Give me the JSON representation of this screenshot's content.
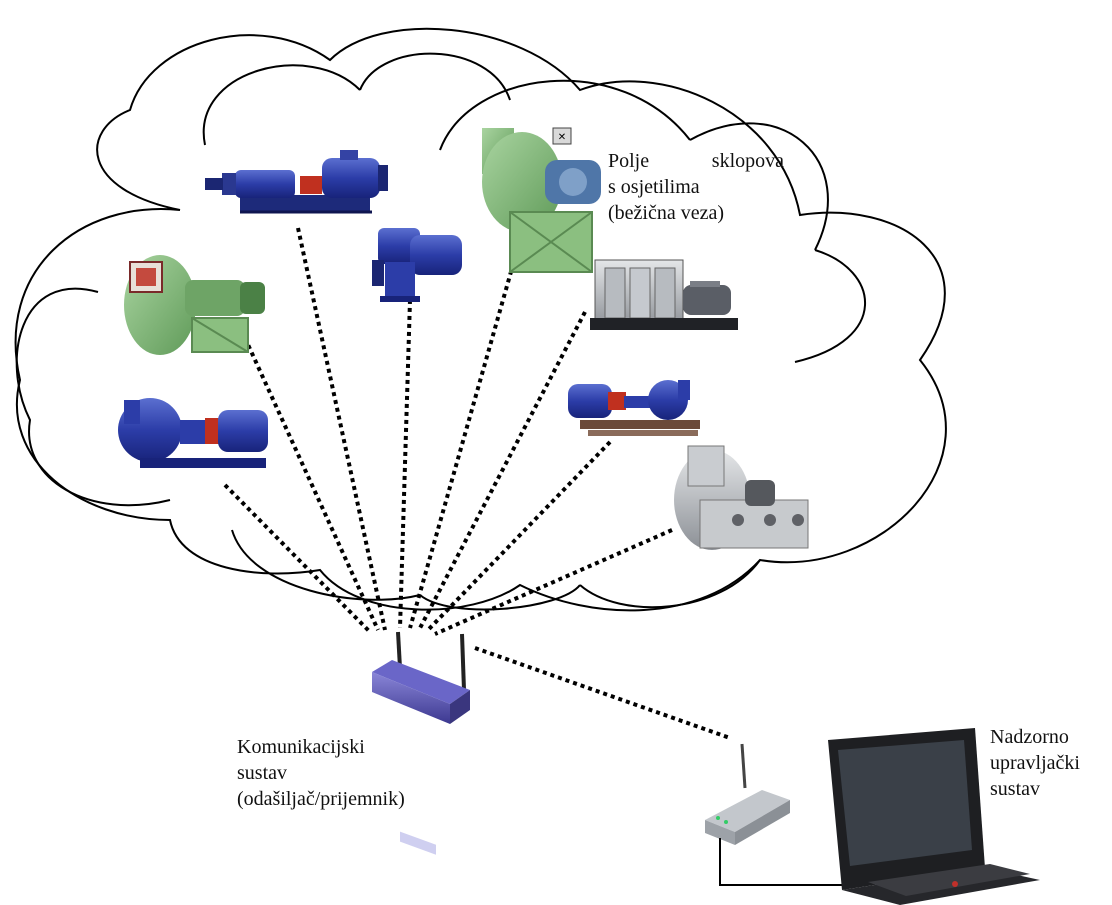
{
  "labels": {
    "field_line1_word1": "Polje",
    "field_line1_word2": "sklopova",
    "field_line2": "s osjetilima",
    "field_line3": "(bežična veza)",
    "comm_line1": "Komunikacijski",
    "comm_line2": "sustav",
    "comm_line3": "(odašiljač/prijemnik)",
    "control_line1": "Nadzorno",
    "control_line2": "upravljački",
    "control_line3": "sustav"
  }
}
